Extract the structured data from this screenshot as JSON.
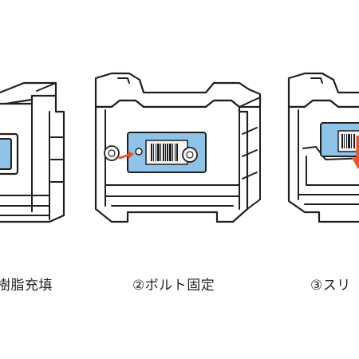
{
  "steps": [
    {
      "caption": "樹脂充填"
    },
    {
      "caption": "②ボルト固定"
    },
    {
      "caption": "③スリ"
    }
  ],
  "colors": {
    "outline": "#1f1f1f",
    "fill": "#ffffff",
    "panel": "#8fc3e8",
    "label": "#f4f4f4",
    "accent": "#e8542b"
  }
}
